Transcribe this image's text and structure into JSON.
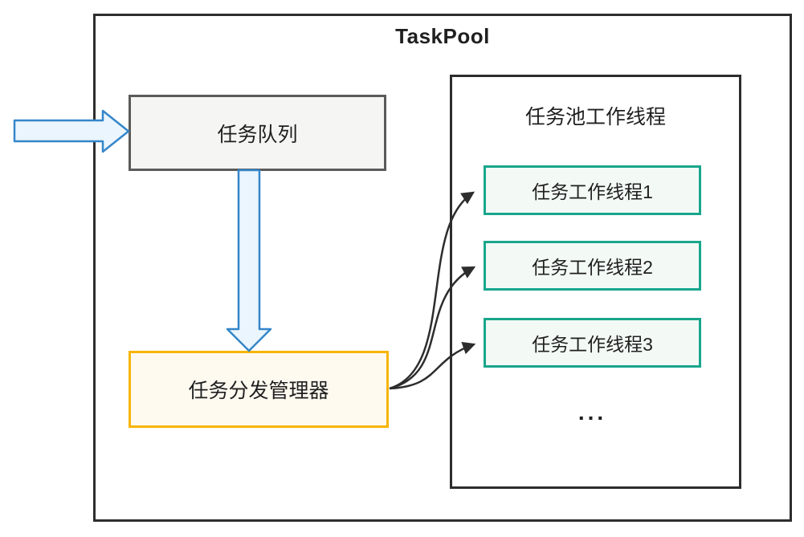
{
  "title": "TaskPool",
  "queue": {
    "label": "任务队列"
  },
  "dispatcher": {
    "label": "任务分发管理器"
  },
  "worker_panel": {
    "title": "任务池工作线程",
    "workers": [
      "任务工作线程1",
      "任务工作线程2",
      "任务工作线程3"
    ],
    "more_indicator": "..."
  },
  "colors": {
    "outline": "#2d2d2d",
    "queue_fill": "#f5f5f4",
    "queue_border": "#5a5a5a",
    "arrow_fill": "#eaf5fd",
    "arrow_border": "#3586c9",
    "dispatcher_fill": "#fefaf0",
    "dispatcher_border": "#f7b500",
    "worker_fill": "#f3faf6",
    "worker_border": "#18a68c",
    "connector": "#2d2d2d"
  }
}
